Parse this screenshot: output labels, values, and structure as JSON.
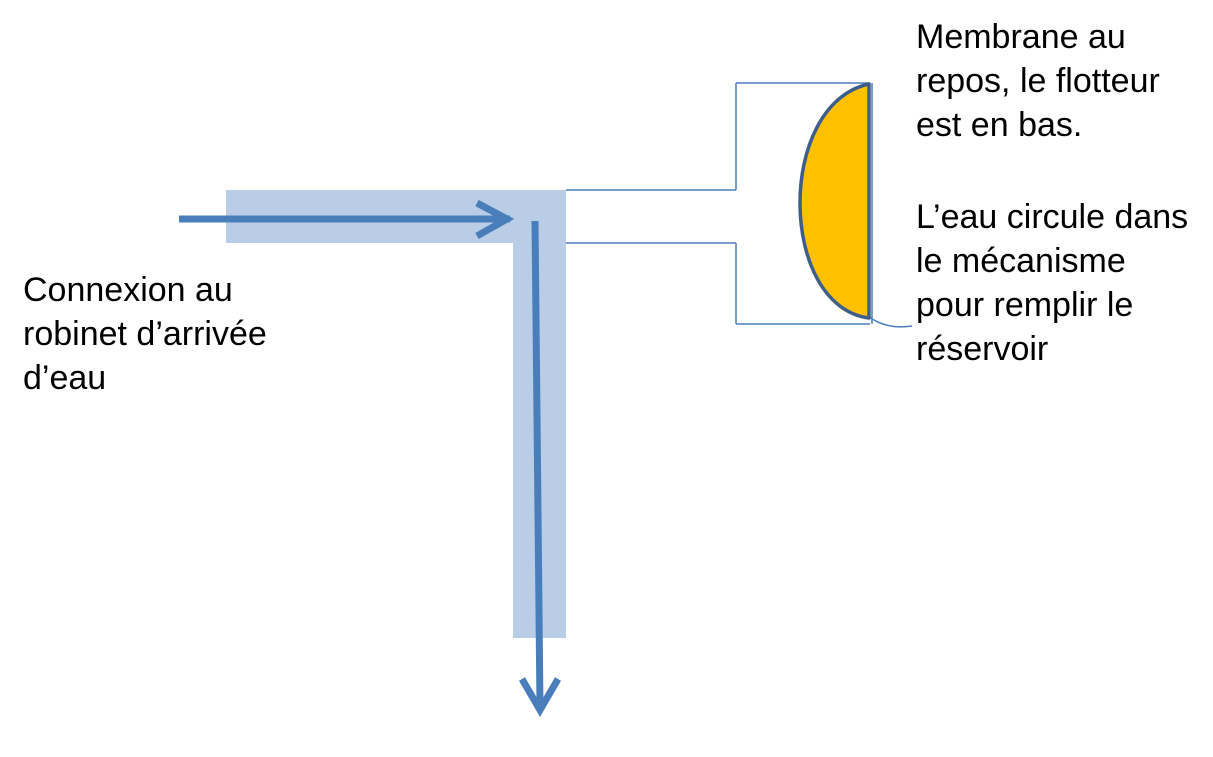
{
  "labels": {
    "connexion": "Connexion au\nrobinet d’arrivée\nd’eau",
    "membrane": "Membrane au\nrepos, le flotteur\nest en bas.",
    "circulation": "L’eau circule dans\nle mécanisme\npour remplir le\nréservoir"
  },
  "colors": {
    "pipe_fill": "#b9cde6",
    "arrow": "#4a7ebb",
    "outline": "#4a7ebb",
    "membrane_fill": "#ffc000",
    "membrane_stroke": "#3e5e8a",
    "text": "#000000"
  },
  "icons": {
    "inlet_arrow": "arrow-right-icon",
    "outlet_arrow": "arrow-down-icon"
  }
}
